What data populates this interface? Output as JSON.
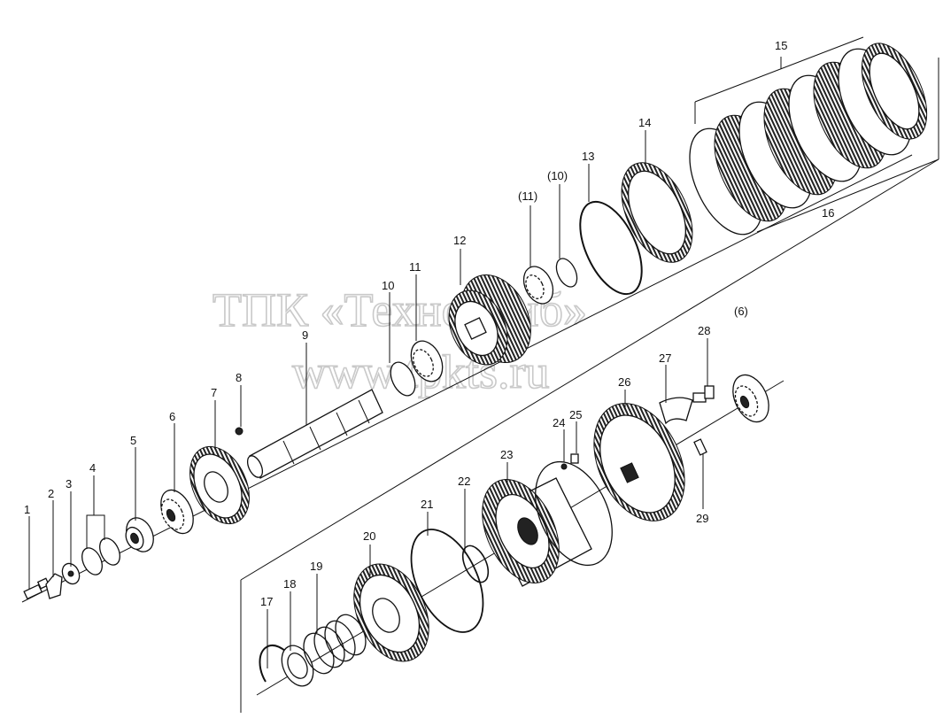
{
  "watermark": {
    "line1": "ТПК «Техно-Сиб»",
    "line2": "www.tpkts.ru"
  },
  "labels": [
    {
      "key": "1",
      "text": "1"
    },
    {
      "key": "2",
      "text": "2"
    },
    {
      "key": "3",
      "text": "3"
    },
    {
      "key": "4",
      "text": "4"
    },
    {
      "key": "5",
      "text": "5"
    },
    {
      "key": "6",
      "text": "6"
    },
    {
      "key": "7",
      "text": "7"
    },
    {
      "key": "8",
      "text": "8"
    },
    {
      "key": "9",
      "text": "9"
    },
    {
      "key": "10",
      "text": "10"
    },
    {
      "key": "11",
      "text": "11"
    },
    {
      "key": "12",
      "text": "12"
    },
    {
      "key": "p11",
      "text": "(11)"
    },
    {
      "key": "p10",
      "text": "(10)"
    },
    {
      "key": "13",
      "text": "13"
    },
    {
      "key": "14",
      "text": "14"
    },
    {
      "key": "15",
      "text": "15"
    },
    {
      "key": "16",
      "text": "16"
    },
    {
      "key": "p6",
      "text": "(6)"
    },
    {
      "key": "28",
      "text": "28"
    },
    {
      "key": "27",
      "text": "27"
    },
    {
      "key": "26",
      "text": "26"
    },
    {
      "key": "24",
      "text": "24"
    },
    {
      "key": "25",
      "text": "25"
    },
    {
      "key": "23",
      "text": "23"
    },
    {
      "key": "22",
      "text": "22"
    },
    {
      "key": "21",
      "text": "21"
    },
    {
      "key": "20",
      "text": "20"
    },
    {
      "key": "19",
      "text": "19"
    },
    {
      "key": "18",
      "text": "18"
    },
    {
      "key": "17",
      "text": "17"
    },
    {
      "key": "29",
      "text": "29"
    }
  ]
}
